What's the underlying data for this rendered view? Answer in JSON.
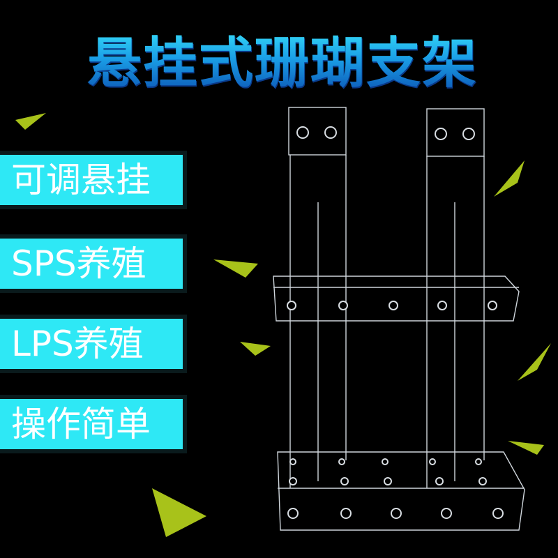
{
  "title": "悬挂式珊瑚支架",
  "features": [
    "可调悬挂",
    "SPS养殖",
    "LPS养殖",
    "操作简单"
  ],
  "colors": {
    "accent": "#2ee8f5",
    "triangle": "#a8c21a",
    "title": "#1a9ee6"
  }
}
